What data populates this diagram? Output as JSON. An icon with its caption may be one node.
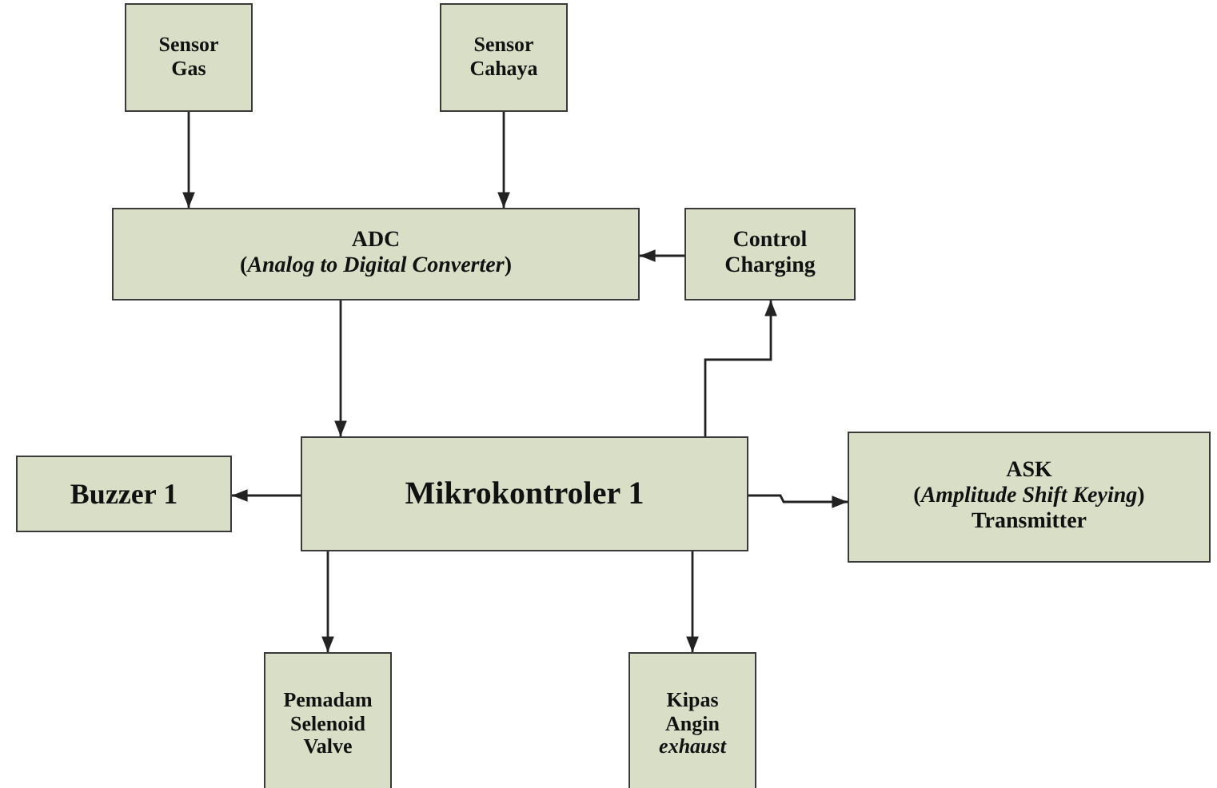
{
  "diagram": {
    "nodes": [
      {
        "text": [
          "Sensor Gas"
        ]
      },
      {
        "text": [
          "Sensor Cahaya"
        ]
      },
      {
        "text": [
          "ADC",
          "(*Analog to Digital Converter*)"
        ]
      },
      {
        "text": [
          "Control Charging"
        ]
      },
      {
        "text": [
          "Buzzer 1"
        ]
      },
      {
        "text": [
          "Mikrokontroler 1"
        ]
      },
      {
        "text": [
          "ASK",
          "(*Amplitude Shift Keying*)",
          "Transmitter"
        ]
      },
      {
        "text": [
          "Pemadam Selenoid Valve"
        ]
      },
      {
        "text": [
          "Kipas Angin *exhaust*"
        ]
      }
    ],
    "edges": [
      {
        "from": 0,
        "to": 2,
        "arrow": "to"
      },
      {
        "from": 1,
        "to": 2,
        "arrow": "to"
      },
      {
        "from": 3,
        "to": 2,
        "arrow": "to"
      },
      {
        "from": 2,
        "to": 5,
        "arrow": "to"
      },
      {
        "from": 5,
        "to": 3,
        "arrow": "to"
      },
      {
        "from": 5,
        "to": 4,
        "arrow": "to"
      },
      {
        "from": 5,
        "to": 6,
        "arrow": "to"
      },
      {
        "from": 5,
        "to": 7,
        "arrow": "to"
      },
      {
        "from": 5,
        "to": 8,
        "arrow": "to"
      }
    ]
  }
}
